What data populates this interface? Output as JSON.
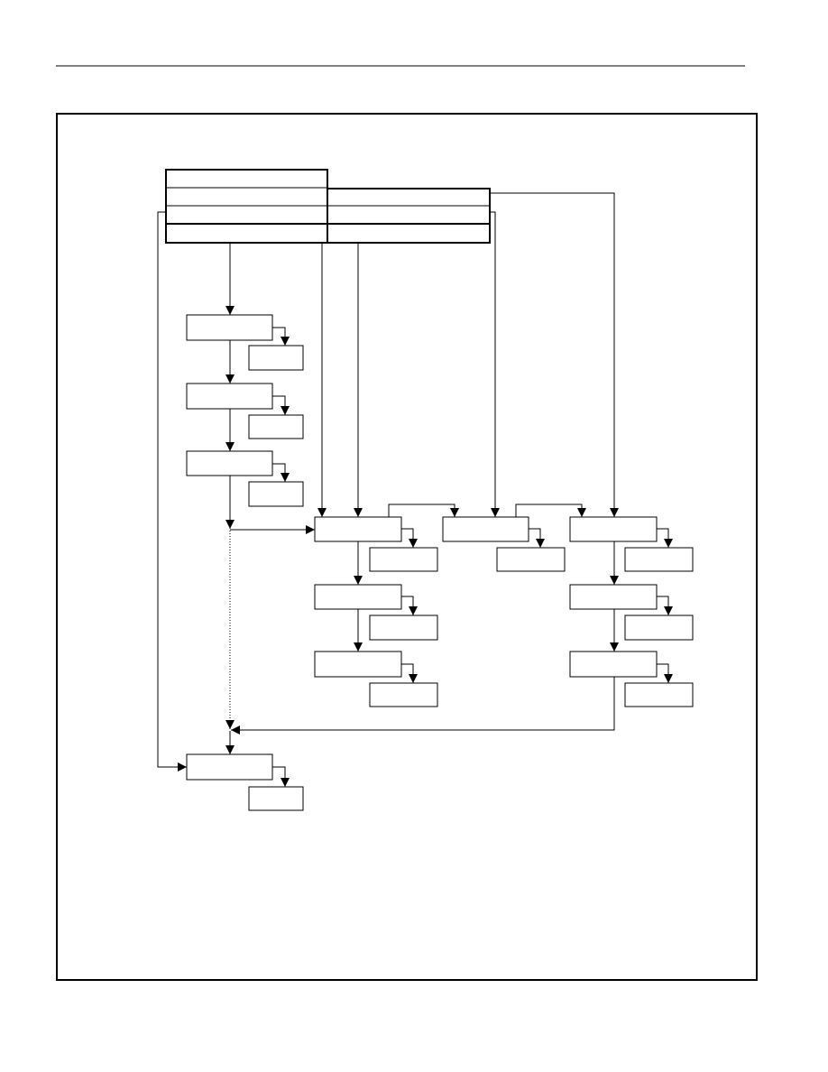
{
  "page": {
    "background": "#ffffff",
    "stroke_color": "#000000"
  },
  "header": {
    "rule_present": true
  },
  "diagram": {
    "type": "flowchart",
    "text_labels": [],
    "boxes": [
      {
        "id": "table-left",
        "kind": "table",
        "rows": 4
      },
      {
        "id": "table-right",
        "kind": "table",
        "rows": 3
      },
      {
        "id": "a1",
        "kind": "process"
      },
      {
        "id": "a1n",
        "kind": "note"
      },
      {
        "id": "a2",
        "kind": "process"
      },
      {
        "id": "a2n",
        "kind": "note"
      },
      {
        "id": "a3",
        "kind": "process"
      },
      {
        "id": "a3n",
        "kind": "note"
      },
      {
        "id": "b1",
        "kind": "process"
      },
      {
        "id": "b1n",
        "kind": "note"
      },
      {
        "id": "b2",
        "kind": "process"
      },
      {
        "id": "b2n",
        "kind": "note"
      },
      {
        "id": "b3",
        "kind": "process"
      },
      {
        "id": "b3n",
        "kind": "note"
      },
      {
        "id": "c1",
        "kind": "process"
      },
      {
        "id": "c1n",
        "kind": "note"
      },
      {
        "id": "d1",
        "kind": "process"
      },
      {
        "id": "d1n",
        "kind": "note"
      },
      {
        "id": "d2",
        "kind": "process"
      },
      {
        "id": "d2n",
        "kind": "note"
      },
      {
        "id": "d3",
        "kind": "process"
      },
      {
        "id": "d3n",
        "kind": "note"
      },
      {
        "id": "e1",
        "kind": "process"
      },
      {
        "id": "e1n",
        "kind": "note"
      }
    ],
    "edges": [
      {
        "from": "table-left",
        "to": "a1"
      },
      {
        "from": "a1",
        "to": "a2"
      },
      {
        "from": "a2",
        "to": "a3"
      },
      {
        "from": "a3",
        "to": "b1"
      },
      {
        "from": "a3",
        "to": "e1",
        "style": "dotted"
      },
      {
        "from": "table-left",
        "to": "b1"
      },
      {
        "from": "table-right",
        "to": "b1"
      },
      {
        "from": "table-right",
        "to": "c1"
      },
      {
        "from": "table-right",
        "to": "d1"
      },
      {
        "from": "table-left",
        "to": "e1"
      },
      {
        "from": "b1",
        "to": "b2"
      },
      {
        "from": "b2",
        "to": "b3"
      },
      {
        "from": "b1",
        "to": "c1"
      },
      {
        "from": "c1",
        "to": "d1"
      },
      {
        "from": "d1",
        "to": "d2"
      },
      {
        "from": "d2",
        "to": "d3"
      },
      {
        "from": "d3",
        "to": "e1"
      }
    ]
  }
}
